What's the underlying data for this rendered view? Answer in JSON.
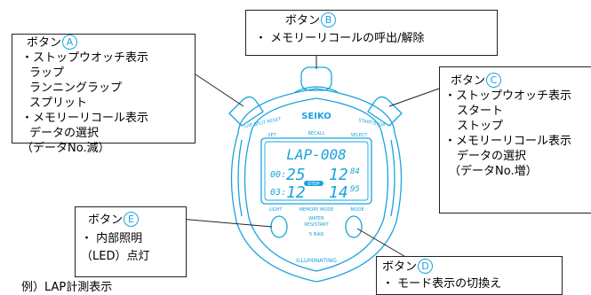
{
  "watch": {
    "brand": "SEIKO",
    "top_left_bezel": "LAP SPLIT RESET",
    "top_right_bezel": "START/STOP",
    "label_set": "SET",
    "label_recall": "RECALL",
    "label_select": "SELECT",
    "label_light": "LIGHT",
    "label_memory_mode": "MEMORY MODE",
    "label_mode": "MODE",
    "lcd_line1": "LAP-008",
    "lcd_line2_left": "00:",
    "lcd_line2_mid": "25",
    "lcd_line2_right": "12",
    "lcd_line2_small": "84",
    "lcd_stop": "STOP",
    "lcd_line3_left": "03:",
    "lcd_line3_mid": "12",
    "lcd_line3_right": "14",
    "lcd_line3_small": "95",
    "water_1": "WATER",
    "water_2": "RESISTANT",
    "water_3": "5 BAR",
    "illuminating": "ILLUMINATING",
    "color": "#1aa3de"
  },
  "callouts": {
    "a": {
      "title": "ボタン",
      "letter": "Ⓐ",
      "lines": [
        "・ストップウオッチ表示",
        "  ラップ",
        "  ランニングラップ",
        "  スプリット",
        "・メモリーリコール表示",
        "  データの選択",
        "（データNo.減）"
      ]
    },
    "b": {
      "title": "ボタン",
      "letter": "Ⓑ",
      "lines": [
        "・ メモリーリコールの呼出/解除"
      ]
    },
    "c": {
      "title": "ボタン",
      "letter": "Ⓒ",
      "lines": [
        "・ストップウオッチ表示",
        "  スタート",
        "  ストップ",
        "・メモリーリコール表示",
        "  データの選択",
        "（データNo.増）"
      ]
    },
    "d": {
      "title": "ボタン",
      "letter": "Ⓓ",
      "lines": [
        "・ モード表示の切換え"
      ]
    },
    "e": {
      "title": "ボタン",
      "letter": "Ⓔ",
      "lines": [
        "・ 内部照明",
        "（LED）点灯"
      ]
    }
  },
  "caption": "例）LAP計測表示"
}
